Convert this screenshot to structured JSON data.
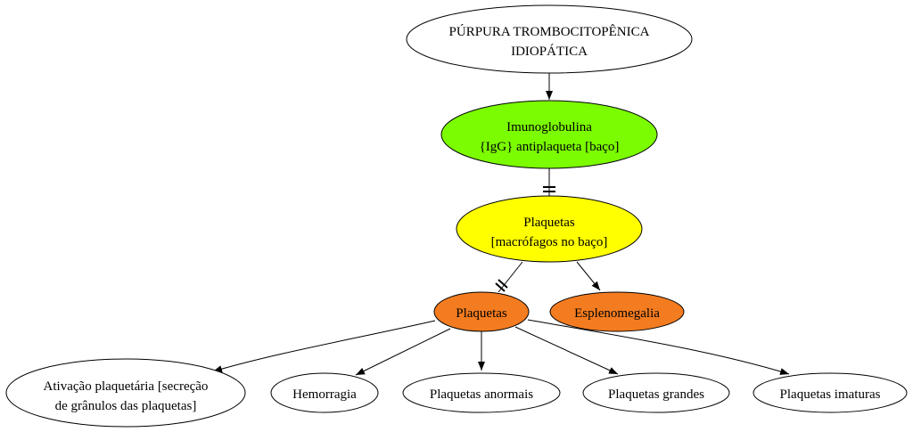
{
  "nodes": {
    "root": {
      "lines": [
        "PÚRPURA TROMBOCITOPÊNICA",
        "IDIOPÁTICA"
      ],
      "fill": "#ffffff"
    },
    "igg": {
      "lines": [
        "Imunoglobulina",
        "{IgG} antiplaqueta [baço]"
      ],
      "fill": "#7cfc00"
    },
    "plaq_macro": {
      "lines": [
        "Plaquetas",
        "[macrófagos no baço]"
      ],
      "fill": "#ffff00"
    },
    "plaquetas": {
      "lines": [
        "Plaquetas"
      ],
      "fill": "#f47c20"
    },
    "esplenomegalia": {
      "lines": [
        "Esplenomegalia"
      ],
      "fill": "#f47c20"
    },
    "ativacao": {
      "lines": [
        "Ativação plaquetária [secreção",
        "de grânulos das plaquetas]"
      ],
      "fill": "#ffffff"
    },
    "hemorragia": {
      "lines": [
        "Hemorragia"
      ],
      "fill": "#ffffff"
    },
    "anormais": {
      "lines": [
        "Plaquetas anormais"
      ],
      "fill": "#ffffff"
    },
    "grandes": {
      "lines": [
        "Plaquetas grandes"
      ],
      "fill": "#ffffff"
    },
    "imaturas": {
      "lines": [
        "Plaquetas imaturas"
      ],
      "fill": "#ffffff"
    }
  },
  "edges": [
    {
      "from": "root",
      "to": "igg",
      "style": "arrow"
    },
    {
      "from": "igg",
      "to": "plaq_macro",
      "style": "tee"
    },
    {
      "from": "plaq_macro",
      "to": "plaquetas",
      "style": "tee"
    },
    {
      "from": "plaq_macro",
      "to": "esplenomegalia",
      "style": "arrow"
    },
    {
      "from": "plaquetas",
      "to": "ativacao",
      "style": "arrow"
    },
    {
      "from": "plaquetas",
      "to": "hemorragia",
      "style": "arrow"
    },
    {
      "from": "plaquetas",
      "to": "anormais",
      "style": "arrow"
    },
    {
      "from": "plaquetas",
      "to": "grandes",
      "style": "arrow"
    },
    {
      "from": "plaquetas",
      "to": "imaturas",
      "style": "arrow"
    }
  ]
}
